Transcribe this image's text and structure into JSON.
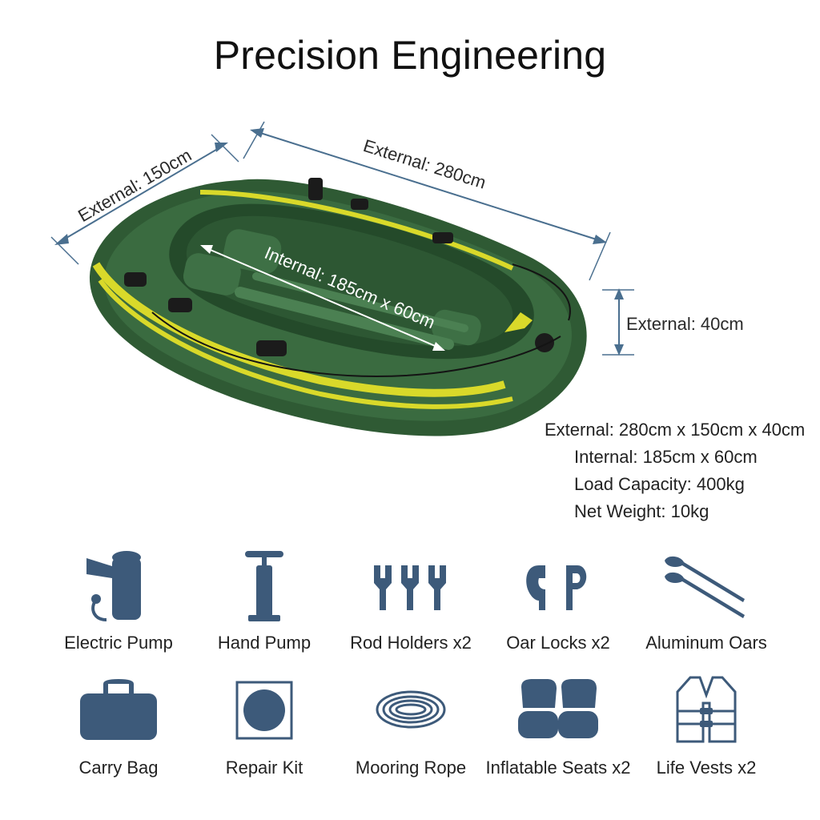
{
  "title": "Precision Engineering",
  "dimensions": {
    "external_width": "External: 150cm",
    "external_length": "External: 280cm",
    "internal": "Internal: 185cm x 60cm",
    "external_height": "External: 40cm"
  },
  "specs": {
    "external": "External: 280cm x 150cm x 40cm",
    "internal": "Internal: 185cm x 60cm",
    "load_capacity": "Load Capacity: 400kg",
    "net_weight": "Net Weight: 10kg"
  },
  "accessories": [
    {
      "label": "Electric Pump",
      "icon": "electric-pump-icon"
    },
    {
      "label": "Hand Pump",
      "icon": "hand-pump-icon"
    },
    {
      "label": "Rod Holders x2",
      "icon": "rod-holders-icon"
    },
    {
      "label": "Oar Locks x2",
      "icon": "oar-locks-icon"
    },
    {
      "label": "Aluminum Oars",
      "icon": "oars-icon"
    },
    {
      "label": "Carry Bag",
      "icon": "carry-bag-icon"
    },
    {
      "label": "Repair Kit",
      "icon": "repair-kit-icon"
    },
    {
      "label": "Mooring Rope",
      "icon": "mooring-rope-icon"
    },
    {
      "label": "Inflatable Seats x2",
      "icon": "inflatable-seats-icon"
    },
    {
      "label": "Life Vests x2",
      "icon": "life-vests-icon"
    }
  ],
  "colors": {
    "boat_green": "#2f5a34",
    "boat_yellow": "#d9d92a",
    "icon_blue": "#3d5a7a",
    "dimension_line": "#4a6f8f"
  }
}
